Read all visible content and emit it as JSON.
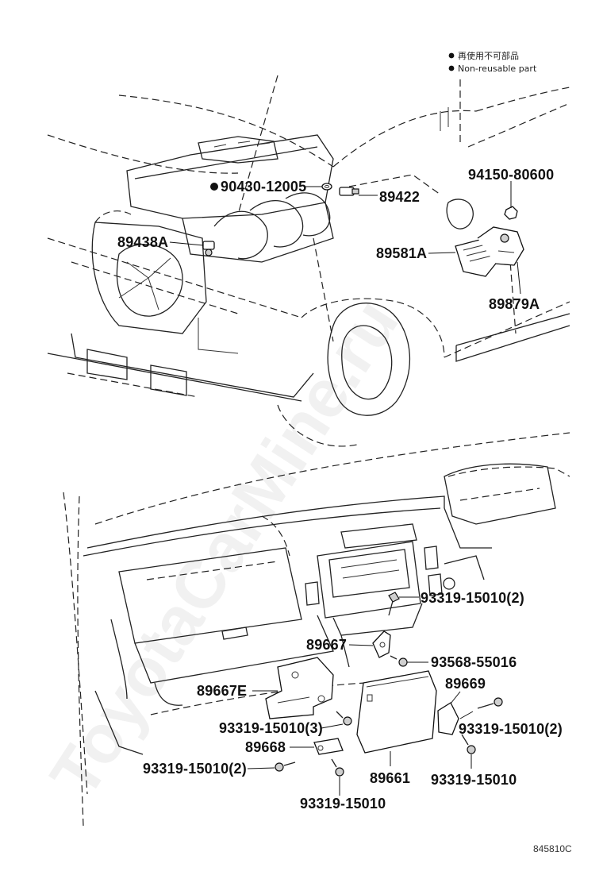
{
  "legend": {
    "line_ja": "再使用不可部品",
    "line_en": "Non-reusable part"
  },
  "upper_parts": {
    "p90430": "90430-12005",
    "p89422": "89422",
    "p94150": "94150-80600",
    "p89438A": "89438A",
    "p89581A": "89581A",
    "p89879A": "89879A"
  },
  "lower_parts": {
    "p93319_2_top": "93319-15010(2)",
    "p89667": "89667",
    "p93568": "93568-55016",
    "p89669": "89669",
    "p89667E": "89667E",
    "p93319_3": "93319-15010(3)",
    "p93319_2_right": "93319-15010(2)",
    "p89668": "89668",
    "p93319_2_left": "93319-15010(2)",
    "p89661": "89661",
    "p93319_right": "93319-15010",
    "p93319_bottom": "93319-15010"
  },
  "watermark": "ToyotaCarMine.ru",
  "diagram_code": "845810C"
}
